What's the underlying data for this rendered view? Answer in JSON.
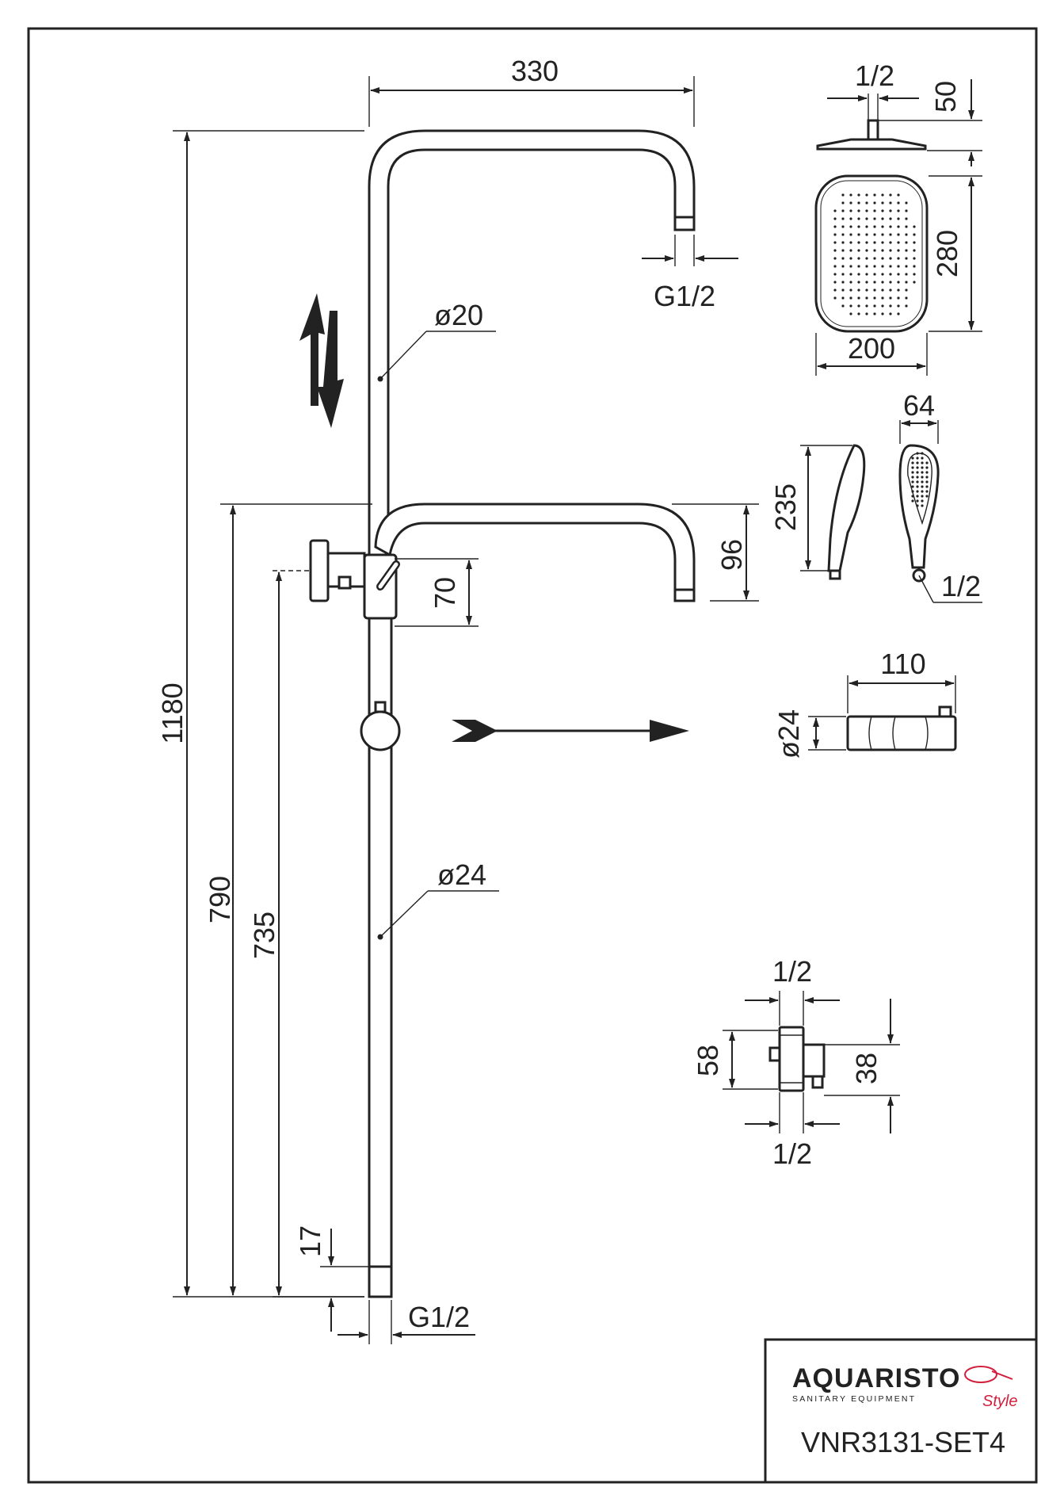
{
  "drawing": {
    "model_code": "VNR3131-SET4",
    "brand": {
      "name": "AQUARISTO",
      "tagline": "SANITARY EQUIPMENT",
      "script": "Style",
      "accent_color": "#d21f3c"
    },
    "dimensions": {
      "top_arm_width": "330",
      "total_height": "1180",
      "top_outlet_thread": "G1/2",
      "upper_pipe_diameter": "ø20",
      "lower_pipe_diameter": "ø24",
      "lower_arm_height": "96",
      "diverter_offset": "70",
      "height_790": "790",
      "height_735": "735",
      "bottom_offset": "17",
      "bottom_thread": "G1/2"
    },
    "head_shower": {
      "connection": "1/2",
      "thickness": "50",
      "length": "280",
      "width": "200"
    },
    "hand_shower": {
      "width": "64",
      "length": "235",
      "connection": "1/2"
    },
    "slider": {
      "length": "110",
      "diameter": "ø24"
    },
    "diverter": {
      "top_connection": "1/2",
      "height": "58",
      "outlet_height": "38",
      "bottom_connection": "1/2"
    }
  }
}
